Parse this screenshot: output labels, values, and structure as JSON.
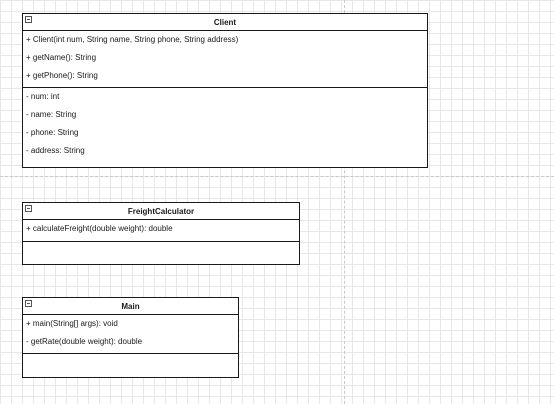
{
  "diagram": {
    "classes": [
      {
        "id": "client",
        "name": "Client",
        "operations": [
          "+ Client(int num, String name, String phone, String address)",
          "+ getName(): String",
          "+ getPhone(): String"
        ],
        "attributes": [
          "- num: int",
          "- name: String",
          "- phone: String",
          "- address: String"
        ]
      },
      {
        "id": "freight-calculator",
        "name": "FreightCalculator",
        "operations": [
          "+ calculateFreight(double weight): double"
        ],
        "attributes": []
      },
      {
        "id": "main",
        "name": "Main",
        "operations": [
          "+ main(String[] args): void",
          "- getRate(double weight): double"
        ],
        "attributes": []
      }
    ]
  }
}
